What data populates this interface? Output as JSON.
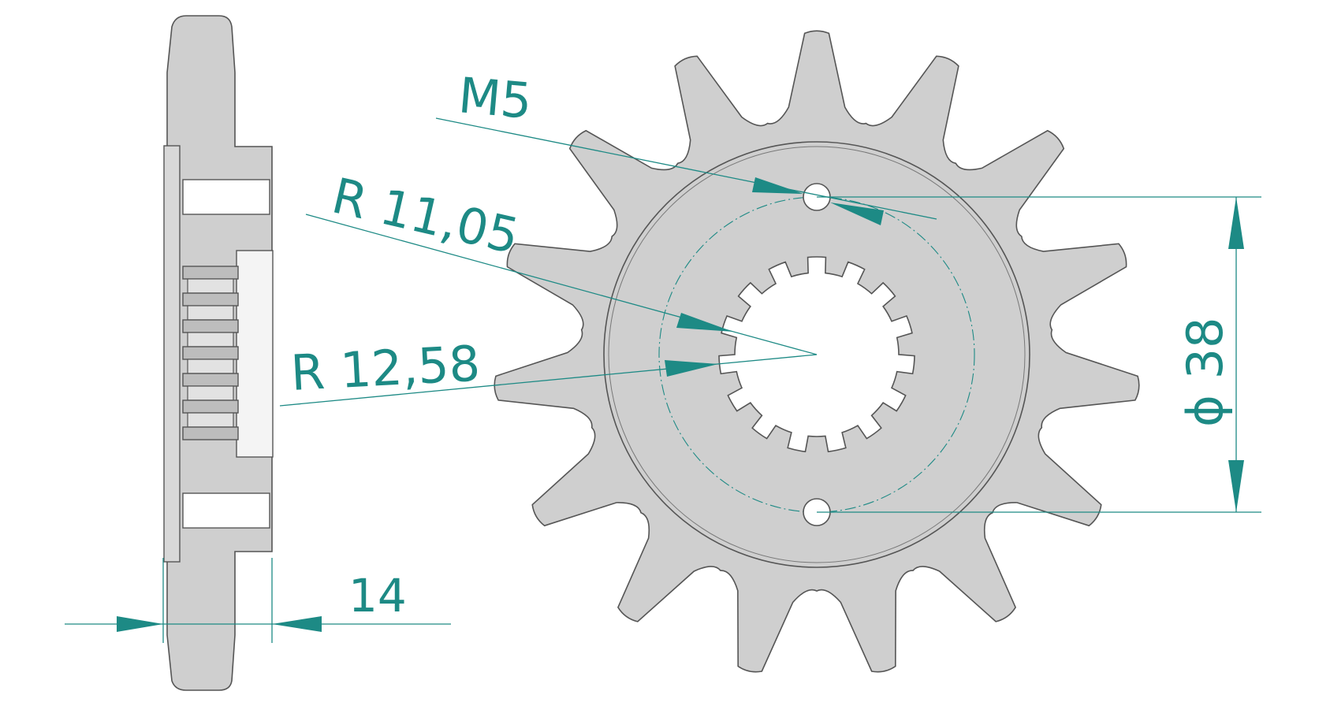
{
  "colors": {
    "dimension": "#1d8a85",
    "part_fill": "#cfcfcf",
    "outline": "#555555"
  },
  "side_view": {
    "width_label": "14"
  },
  "front_view": {
    "teeth_count": 15,
    "spline_count": 15,
    "thread_label": "M5",
    "radius_inner_label": "R  11,05",
    "radius_outer_label": "R  12,58",
    "bolt_circle_label": "ϕ 38"
  }
}
